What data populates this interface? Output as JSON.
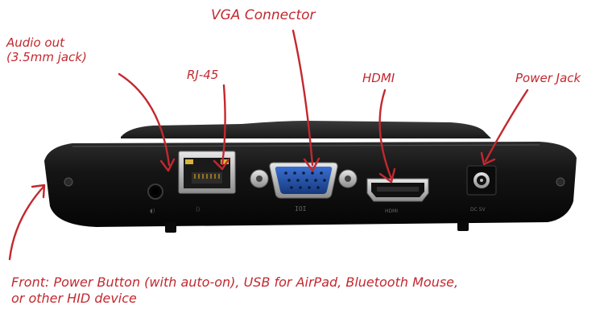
{
  "labels": {
    "audio_line1": "Audio out",
    "audio_line2": "(3.5mm jack)",
    "rj45": "RJ-45",
    "vga": "VGA Connector",
    "hdmi": "HDMI",
    "power": "Power Jack",
    "front_line1": "Front: Power Button (with auto-on), USB for AirPad, Bluetooth Mouse,",
    "front_line2": "or other HID device"
  },
  "icons": {
    "vga_glyph": "IOI",
    "hdmi_glyph": "HDMI",
    "power_glyph": "DC 5V"
  },
  "colors": {
    "annotation": "#c3282f",
    "device_body": "#141414",
    "vga_blue": "#1f4fa8",
    "background": "#ffffff"
  }
}
